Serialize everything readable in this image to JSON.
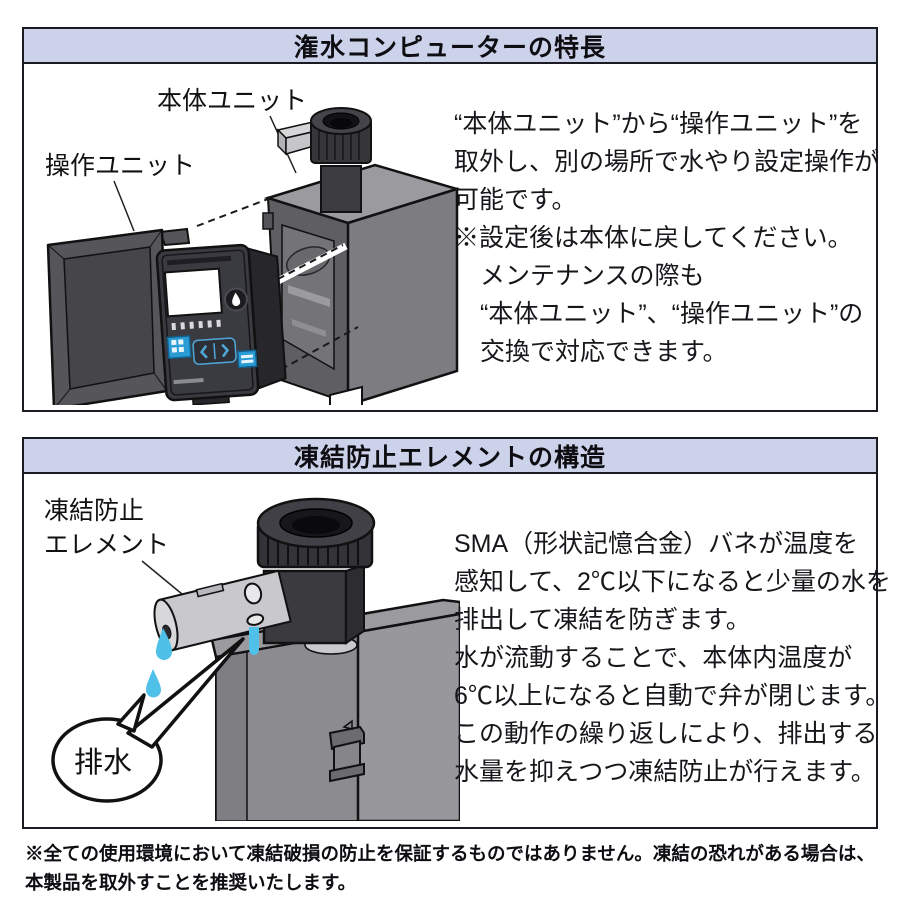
{
  "sections": [
    {
      "title": "潅水コンピューターの特長",
      "labels": {
        "main_unit": "本体ユニット",
        "operation_unit": "操作ユニット"
      },
      "text_lines": [
        "“本体ユニット”から“操作ユニット”を",
        "取外し、別の場所で水やり設定操作が",
        "可能です。",
        "※設定後は本体に戻してください。",
        "メンテナンスの際も",
        "“本体ユニット”、“操作ユニット”の",
        "交換で対応できます。"
      ]
    },
    {
      "title": "凍結防止エレメントの構造",
      "labels": {
        "element_line1": "凍結防止",
        "element_line2": "エレメント",
        "drain": "排水"
      },
      "text_lines": [
        "SMA（形状記憶合金）バネが温度を",
        "感知して、2℃以下になると少量の水を",
        "排出して凍結を防ぎます。",
        "水が流動することで、本体内温度が",
        "6℃以上になると自動で弁が閉じます。",
        "この動作の繰り返しにより、排出する",
        "水量を抑えつつ凍結防止が行えます。"
      ]
    }
  ],
  "footer_lines": [
    "※全ての使用環境において凍結破損の防止を保証するものではありません。凍結の恐れがある場合は、",
    "本製品を取外すことを推奨いたします。"
  ],
  "colors": {
    "header_bg": "#ccd2ea",
    "border": "#1b1b24",
    "button_blue": "#2b9bd6",
    "water_blue": "#4fc0e8"
  }
}
